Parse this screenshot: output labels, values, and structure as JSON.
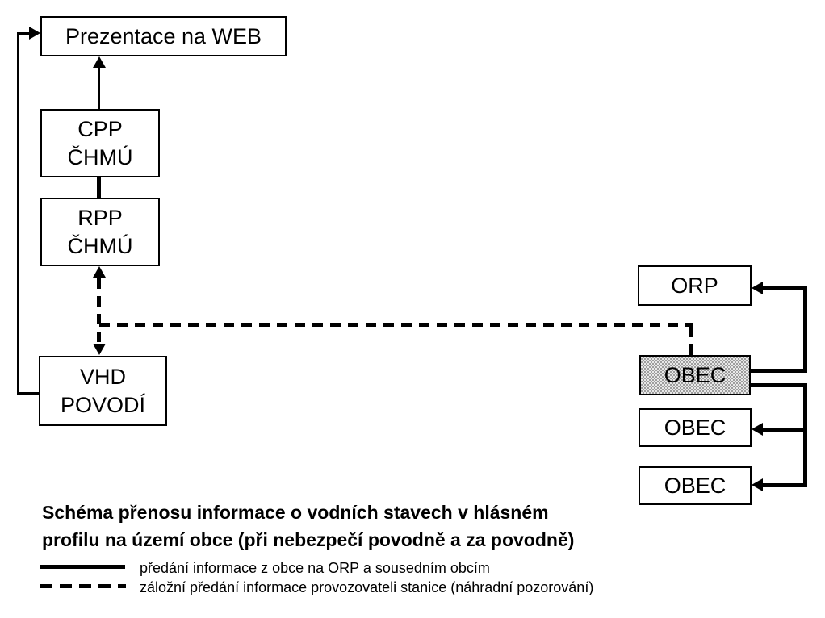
{
  "diagram": {
    "boxes": {
      "web": {
        "label": "Prezentace na WEB"
      },
      "cpp": {
        "line1": "CPP",
        "line2": "ČHMÚ"
      },
      "rpp": {
        "line1": "RPP",
        "line2": "ČHMÚ"
      },
      "vhd": {
        "line1": "VHD",
        "line2": "POVODÍ"
      },
      "orp": {
        "label": "ORP"
      },
      "obec_highlighted": {
        "label": "OBEC"
      },
      "obec_2": {
        "label": "OBEC"
      },
      "obec_3": {
        "label": "OBEC"
      }
    },
    "caption": {
      "line1": "Schéma přenosu informace o vodních stavech v hlásném",
      "line2": "profilu na území obce (při nebezpečí povodně a za povodně)"
    },
    "legend": [
      {
        "style": "solid",
        "label": "předání informace z obce na ORP a sousedním obcím"
      },
      {
        "style": "dashed",
        "label": "záložní předání informace provozovateli stanice (náhradní pozorování)"
      }
    ],
    "colors": {
      "line": "#000000",
      "box_border": "#000000",
      "box_fill": "#ffffff",
      "highlight_fill": "#c8c8c8",
      "background": "#ffffff"
    }
  }
}
